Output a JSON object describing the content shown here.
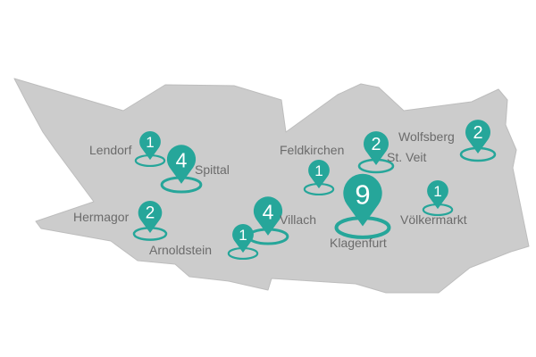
{
  "map": {
    "region_color": "#cccccc",
    "region_stroke": "#bdbdbd",
    "marker_color": "#26a69a",
    "label_color": "#6b6b6b",
    "marker_icon": "map-pin-icon",
    "markers": [
      {
        "id": "lendorf",
        "city": "Lendorf",
        "count": "1"
      },
      {
        "id": "spittal",
        "city": "Spittal",
        "count": "4"
      },
      {
        "id": "hermagor",
        "city": "Hermagor",
        "count": "2"
      },
      {
        "id": "arnoldstein",
        "city": "Arnoldstein",
        "count": "1"
      },
      {
        "id": "villach",
        "city": "Villach",
        "count": "4"
      },
      {
        "id": "feldkirchen",
        "city": "Feldkirchen",
        "count": "1"
      },
      {
        "id": "st-veit",
        "city": "St. Veit",
        "count": "2"
      },
      {
        "id": "klagenfurt",
        "city": "Klagenfurt",
        "count": "9"
      },
      {
        "id": "wolfsberg",
        "city": "Wolfsberg",
        "count": "2"
      },
      {
        "id": "voelkermarkt",
        "city": "Völkermarkt",
        "count": "1"
      }
    ]
  }
}
